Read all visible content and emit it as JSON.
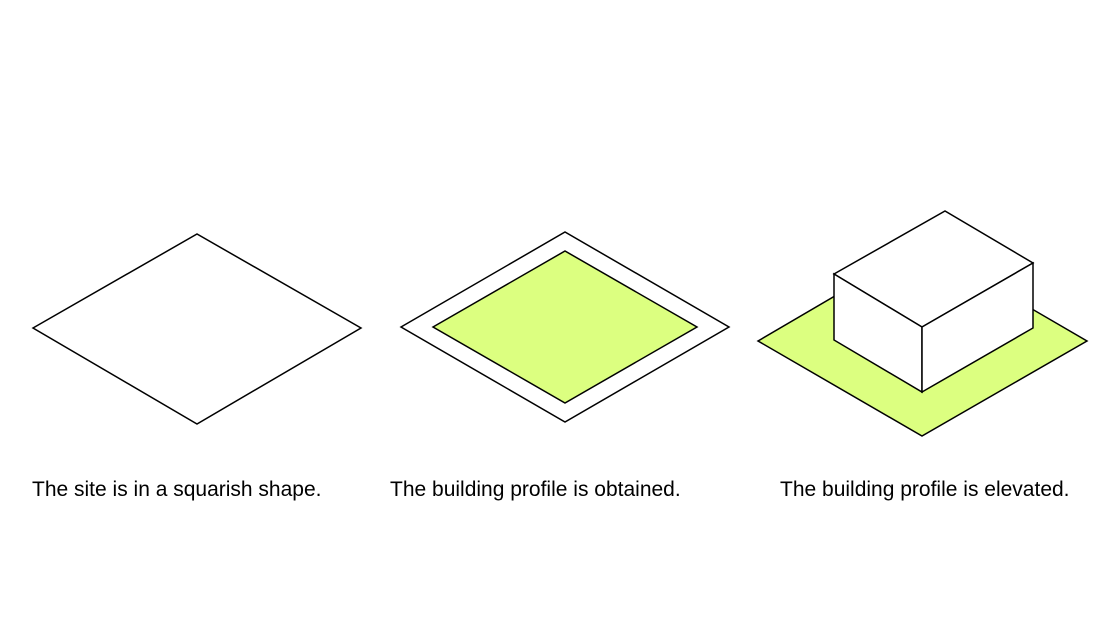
{
  "colors": {
    "outline": "#000000",
    "building_fill": "#dcff80",
    "background": "#ffffff"
  },
  "steps": [
    {
      "caption": "The site is in a squarish shape."
    },
    {
      "caption": "The building profile is obtained."
    },
    {
      "caption": "The building profile is elevated."
    }
  ]
}
